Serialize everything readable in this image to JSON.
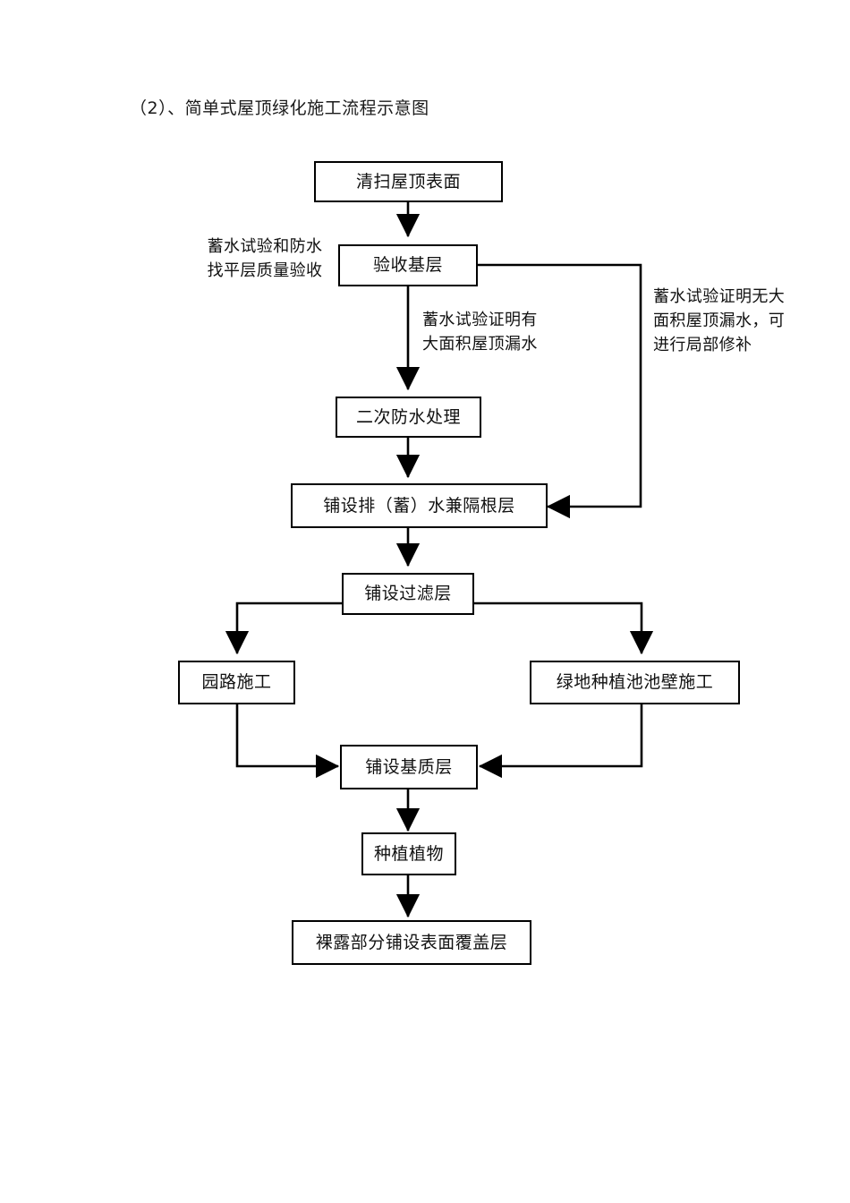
{
  "document": {
    "title": "（2）、简单式屋顶绿化施工流程示意图"
  },
  "diagram": {
    "type": "flowchart",
    "orientation": "top-to-bottom",
    "nodes": [
      {
        "id": "n1",
        "label": "清扫屋顶表面"
      },
      {
        "id": "n2",
        "label": "验收基层"
      },
      {
        "id": "n3",
        "label": "二次防水处理"
      },
      {
        "id": "n4",
        "label": "铺设排（蓄）水兼隔根层"
      },
      {
        "id": "n5",
        "label": "铺设过滤层"
      },
      {
        "id": "n6",
        "label": "园路施工"
      },
      {
        "id": "n7",
        "label": "绿地种植池池壁施工"
      },
      {
        "id": "n8",
        "label": "铺设基质层"
      },
      {
        "id": "n9",
        "label": "种植植物"
      },
      {
        "id": "n10",
        "label": "裸露部分铺设表面覆盖层"
      }
    ],
    "labels": [
      {
        "id": "l1",
        "text": "蓄水试验和防水\n找平层质量验收",
        "attached_to": "n2",
        "position": "left"
      },
      {
        "id": "l2",
        "text": "蓄水试验证明有\n大面积屋顶漏水",
        "attached_to": "n2-to-n3",
        "position": "center-right"
      },
      {
        "id": "l3",
        "text": "蓄水试验证明无大\n面积屋顶漏水，可\n进行局部修补",
        "attached_to": "n2-to-n4",
        "position": "right"
      }
    ],
    "edges": [
      {
        "from": "n1",
        "to": "n2",
        "kind": "straight-down"
      },
      {
        "from": "n2",
        "to": "n3",
        "kind": "straight-down",
        "label": "l2"
      },
      {
        "from": "n2",
        "to": "n4",
        "kind": "right-bypass",
        "label": "l3"
      },
      {
        "from": "n3",
        "to": "n4",
        "kind": "straight-down"
      },
      {
        "from": "n4",
        "to": "n5",
        "kind": "straight-down"
      },
      {
        "from": "n5",
        "to": "n6",
        "kind": "branch-left"
      },
      {
        "from": "n5",
        "to": "n7",
        "kind": "branch-right"
      },
      {
        "from": "n6",
        "to": "n8",
        "kind": "merge-left"
      },
      {
        "from": "n7",
        "to": "n8",
        "kind": "merge-right"
      },
      {
        "from": "n8",
        "to": "n9",
        "kind": "straight-down"
      },
      {
        "from": "n9",
        "to": "n10",
        "kind": "straight-down"
      }
    ]
  },
  "style": {
    "line_color": "#000000",
    "box_fill": "#ffffff",
    "text_color": "#111111",
    "page_background": "#ffffff"
  }
}
